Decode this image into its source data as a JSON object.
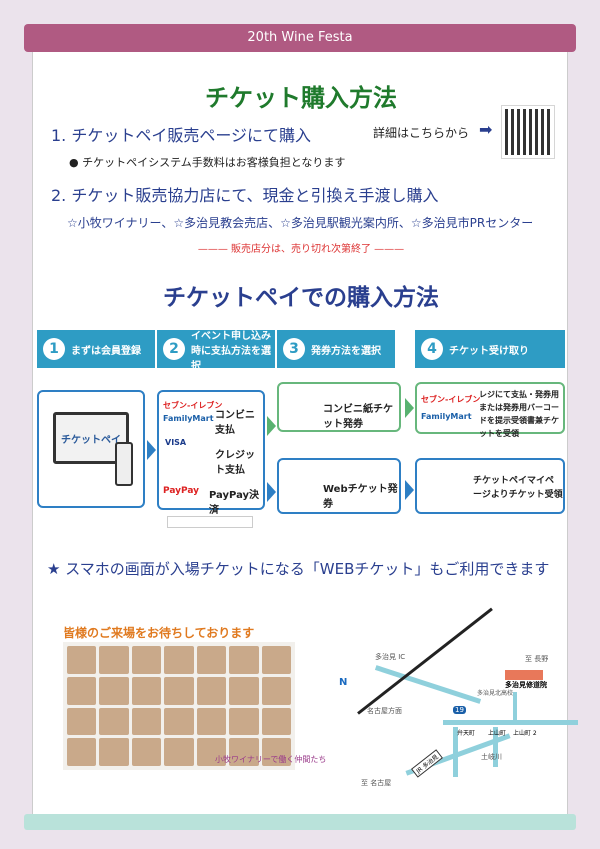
{
  "header": {
    "title": "20th  Wine Festa"
  },
  "title1": "チケット購入方法",
  "line1": "1. チケットペイ販売ページにて購入",
  "detail": "詳細はこちらから",
  "note1": "● チケットペイシステム手数料はお客様負担となります",
  "line2": "2. チケット販売協力店にて、現金と引換え手渡し購入",
  "stores": "☆小牧ワイナリー、☆多治見教会売店、☆多治見駅観光案内所、☆多治見市PRセンター",
  "soldout": "販売店分は、売り切れ次第終了",
  "title2": "チケットペイでの購入方法",
  "steps": [
    {
      "num": "1",
      "label": "まずは会員登録"
    },
    {
      "num": "2",
      "label": "イベント申し込み時に支払方法を選択"
    },
    {
      "num": "3",
      "label": "発券方法を選択"
    },
    {
      "num": "4",
      "label": "チケット受け取り"
    }
  ],
  "ticketpay_logo": "チケットペイ",
  "pay": {
    "seven": "セブン-イレブン",
    "family": "FamilyMart",
    "conv": "コンビニ支払",
    "visa": "VISA",
    "credit": "クレジット支払",
    "paypay_logo": "PayPay",
    "paypay": "PayPay決済"
  },
  "issue": {
    "paper": "コンビニ紙チケット発券",
    "web": "Webチケット発券"
  },
  "receive": {
    "paper": "レジにて支払・発券用または発券用バーコードを提示受領書兼チケットを受領",
    "web": "チケットペイマイページよりチケット受領"
  },
  "web_banner": "★ スマホの画面が入場チケットになる「WEBチケット」もご利用できます",
  "welcome": "皆様のご来場をお待ちしております",
  "caption": "小牧ワイナリーで働く仲間たち",
  "map": {
    "north": "N",
    "ic": "多治見 IC",
    "nagano": "至 長野",
    "hospital": "多治見修道院",
    "school": "多治見北高校",
    "nagoya_dir": "名古屋方面",
    "benten": "弁天町",
    "kamiyama": "上山町",
    "kamiyama2": "上山町 2",
    "river": "土岐川",
    "jr": "JR 多治見",
    "nagoya": "至 名古屋",
    "route": "19"
  }
}
